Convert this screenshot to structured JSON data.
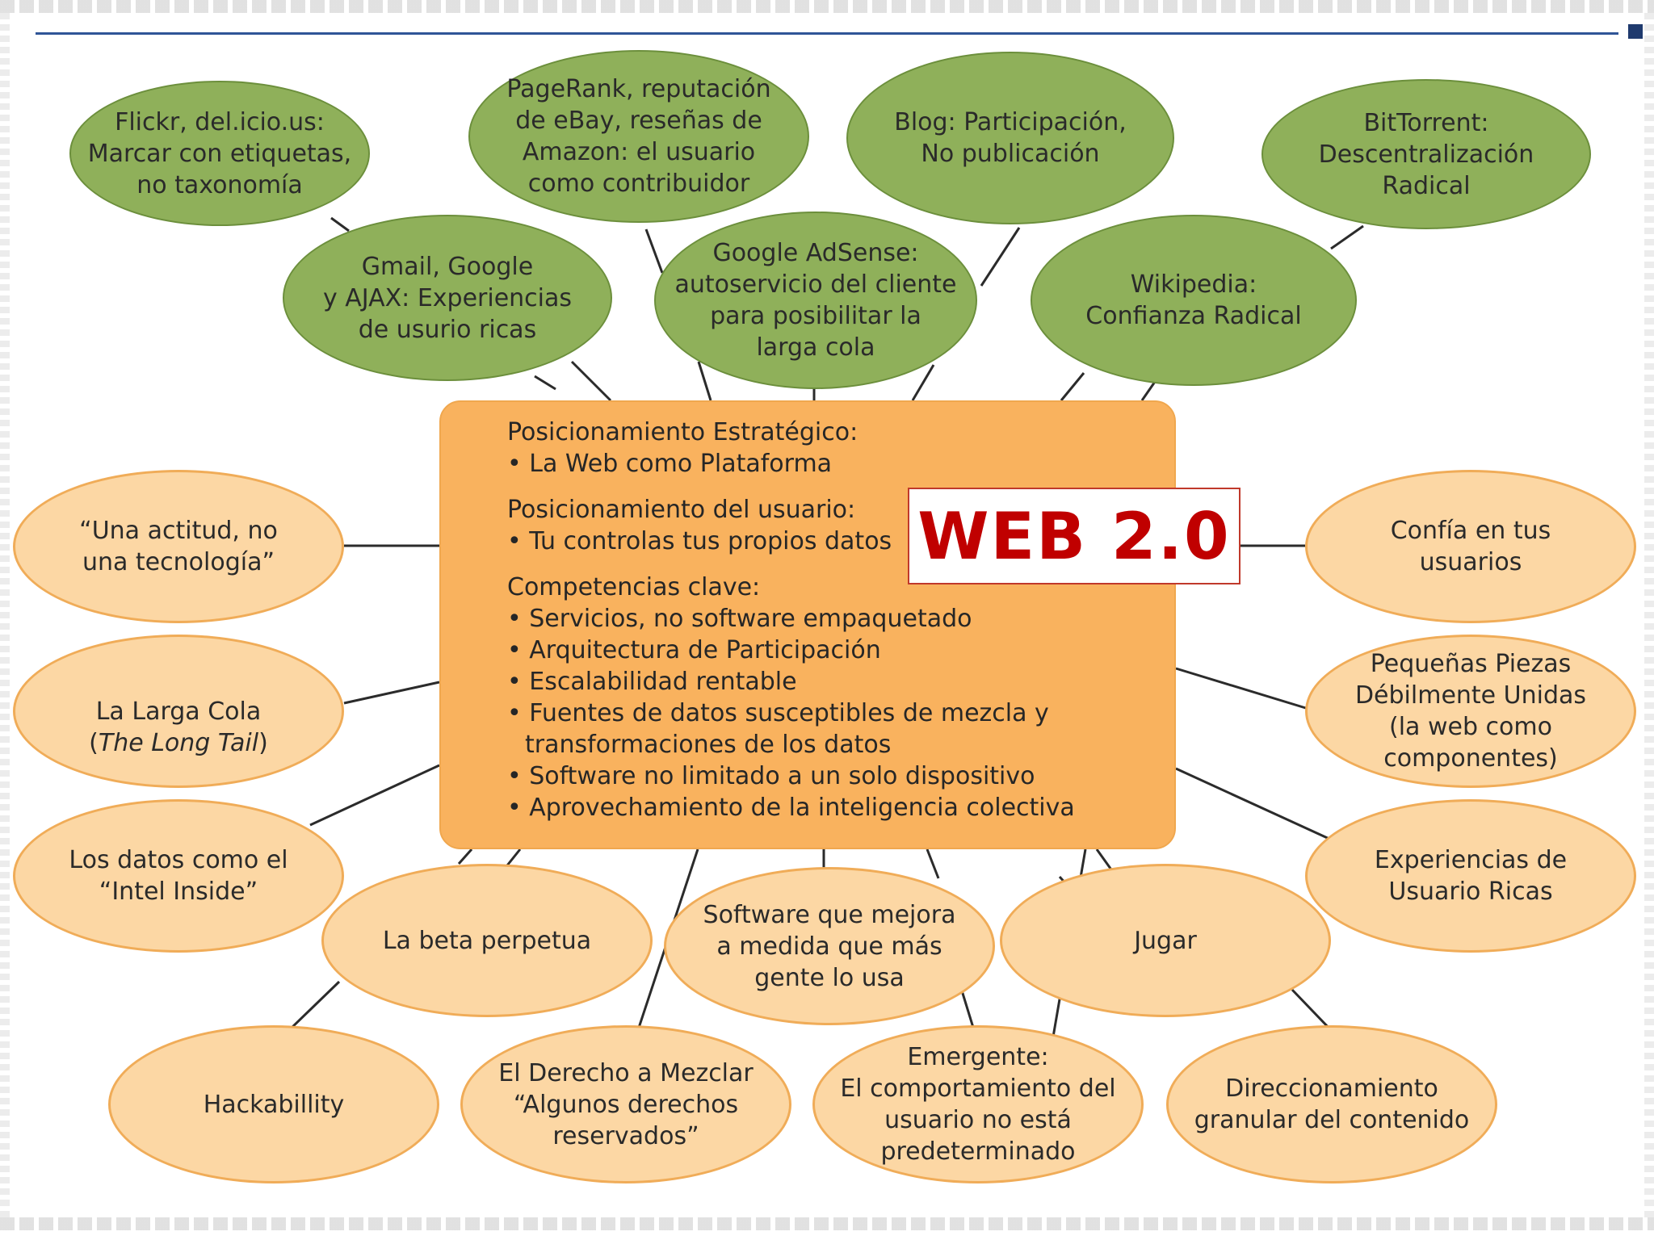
{
  "diagram": {
    "title": "WEB 2.0",
    "center": {
      "sections": [
        {
          "title": "Posicionamiento Estratégico:",
          "items": [
            "La Web como Plataforma"
          ]
        },
        {
          "title": "Posicionamiento del usuario:",
          "items": [
            "Tu controlas tus propios datos"
          ]
        },
        {
          "title": "Competencias clave:",
          "items": [
            "Servicios, no software empaquetado",
            "Arquitectura de Participación",
            "Escalabilidad rentable",
            "Fuentes de datos susceptibles de mezcla y transformaciones de los datos",
            "Software no limitado a un solo dispositivo",
            "Aprovechamiento de la inteligencia colectiva"
          ]
        }
      ]
    },
    "top_nodes": [
      "Flickr, del.icio.us:\nMarcar con etiquetas,\nno taxonomía",
      "PageRank, reputación\nde eBay, reseñas de\nAmazon: el usuario\ncomo contribuidor",
      "Blog: Participación,\nNo publicación",
      "BitTorrent:\nDescentralización\nRadical",
      "Gmail, Google\ny AJAX: Experiencias\nde usurio ricas",
      "Google AdSense:\nautoservicio del cliente\npara posibilitar la\nlarga cola",
      "Wikipedia:\nConfianza Radical"
    ],
    "left_nodes": [
      "“Una actitud, no\nuna tecnología”",
      {
        "line1": "La Larga Cola",
        "line2": "The Long Tail"
      },
      "Los datos como el\n“Intel Inside”"
    ],
    "right_nodes": [
      "Confía en tus\nusuarios",
      "Pequeñas Piezas\nDébilmente Unidas\n(la web como\ncomponentes)",
      "Experiencias de\nUsuario Ricas"
    ],
    "bottom_nodes": [
      "La beta perpetua",
      "Software que mejora\na medida que más\ngente lo usa",
      "Jugar",
      "Hackabillity",
      "El Derecho a Mezclar\n“Algunos derechos\nreservados”",
      "Emergente:\nEl comportamiento del\nusuario no está\npredeterminado",
      "Direccionamiento\ngranular del contenido"
    ],
    "colors": {
      "green_node": "#8fb05a",
      "orange_node": "#fcd7a4",
      "center_box": "#f9b25e",
      "title_text": "#c00000"
    }
  }
}
